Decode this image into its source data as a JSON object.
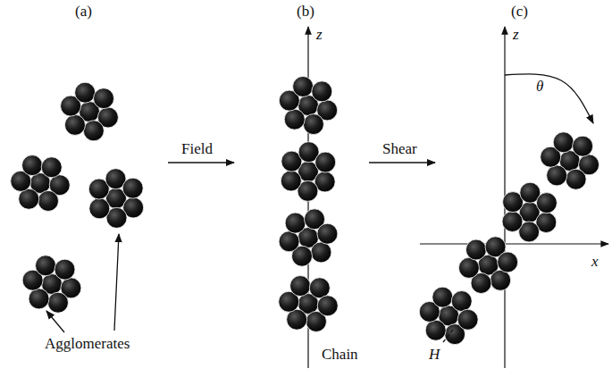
{
  "diagram": {
    "labels": [
      "(a)",
      "(b)",
      "(c)",
      "Agglomerates",
      "Field",
      "Shear",
      "z",
      "Chain",
      "z",
      "x",
      "θ",
      "H"
    ]
  }
}
